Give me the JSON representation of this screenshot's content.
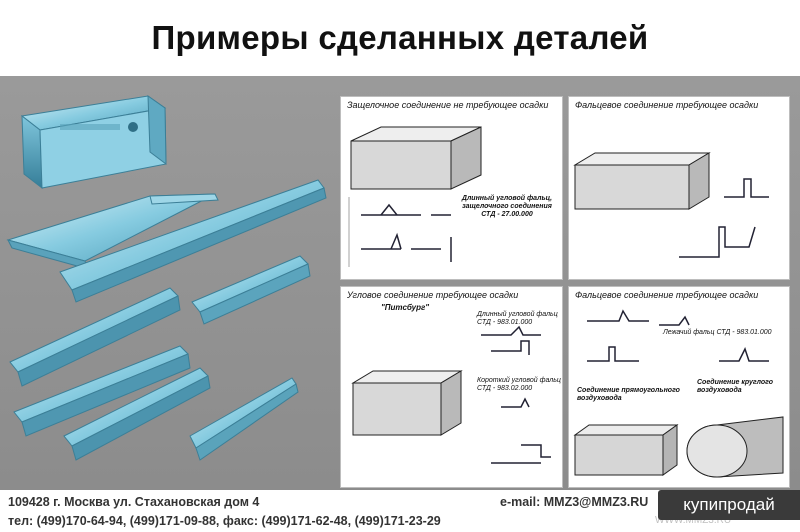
{
  "page_title": "Примеры  сделанных деталей",
  "panels": {
    "p1": {
      "title": "Защелочное соединение не требующее осадки",
      "note_line1": "Длинный угловой фальц,",
      "note_line2": "защелочного соединения",
      "note_line3": "СТД - 27.00.000"
    },
    "p2": {
      "title": "Фальцевое соединение требующее осадки"
    },
    "p3": {
      "title": "Угловое соединение требующее осадки",
      "subtitle": "\"Питсбург\"",
      "note1_line1": "Длинный угловой фальц",
      "note1_line2": "СТД - 983.01.000",
      "note2_line1": "Короткий угловой фальц",
      "note2_line2": "СТД - 983.02.000"
    },
    "p4": {
      "title": "Фальцевое соединение требующее осадки",
      "note1": "Лежачий фальц СТД - 983.01.000",
      "note2_line1": "Соединение прямоугольного",
      "note2_line2": "воздуховода",
      "note3_line1": "Соединение круглого",
      "note3_line2": "воздуховода"
    }
  },
  "footer": {
    "address": "109428 г. Москва ул. Стахановская дом 4",
    "email": "e-mail: MMZ3@MMZ3.RU",
    "phones": "тел:   (499)170-64-94,   (499)171-09-88,   факс: (499)171-62-48,   (499)171-23-29",
    "watermark": "WWW.MMZ3.RU"
  },
  "badge": "купипродай",
  "colors": {
    "background": "#8f8f8f",
    "metal_light": "#bfe6f0",
    "metal_mid": "#6fc0d8",
    "metal_dark": "#3f8fab"
  }
}
